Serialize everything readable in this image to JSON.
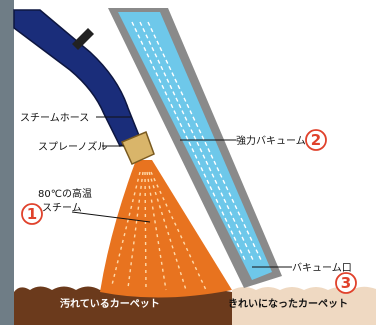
{
  "labels": {
    "steam_hose": "スチームホース",
    "spray_nozzle": "スプレーノズル",
    "steam_line1": "80℃の高温",
    "steam_line2": "スチーム",
    "strong_vacuum": "強力バキューム",
    "vacuum_port": "バキューム口",
    "dirty_carpet": "汚れているカーペット",
    "clean_carpet": "きれいになったカーペット"
  },
  "markers": {
    "one": "1",
    "two": "2",
    "three": "3"
  },
  "colors": {
    "hose": "#1a2d7a",
    "nozzle": "#d9b56a",
    "steam": "#e8731f",
    "tube": "#6ec8ea",
    "tube_wall": "#8a8a8a",
    "dirty_carpet": "#6b3a1c",
    "clean_carpet": "#efd9c2",
    "marker": "#e0422c"
  }
}
